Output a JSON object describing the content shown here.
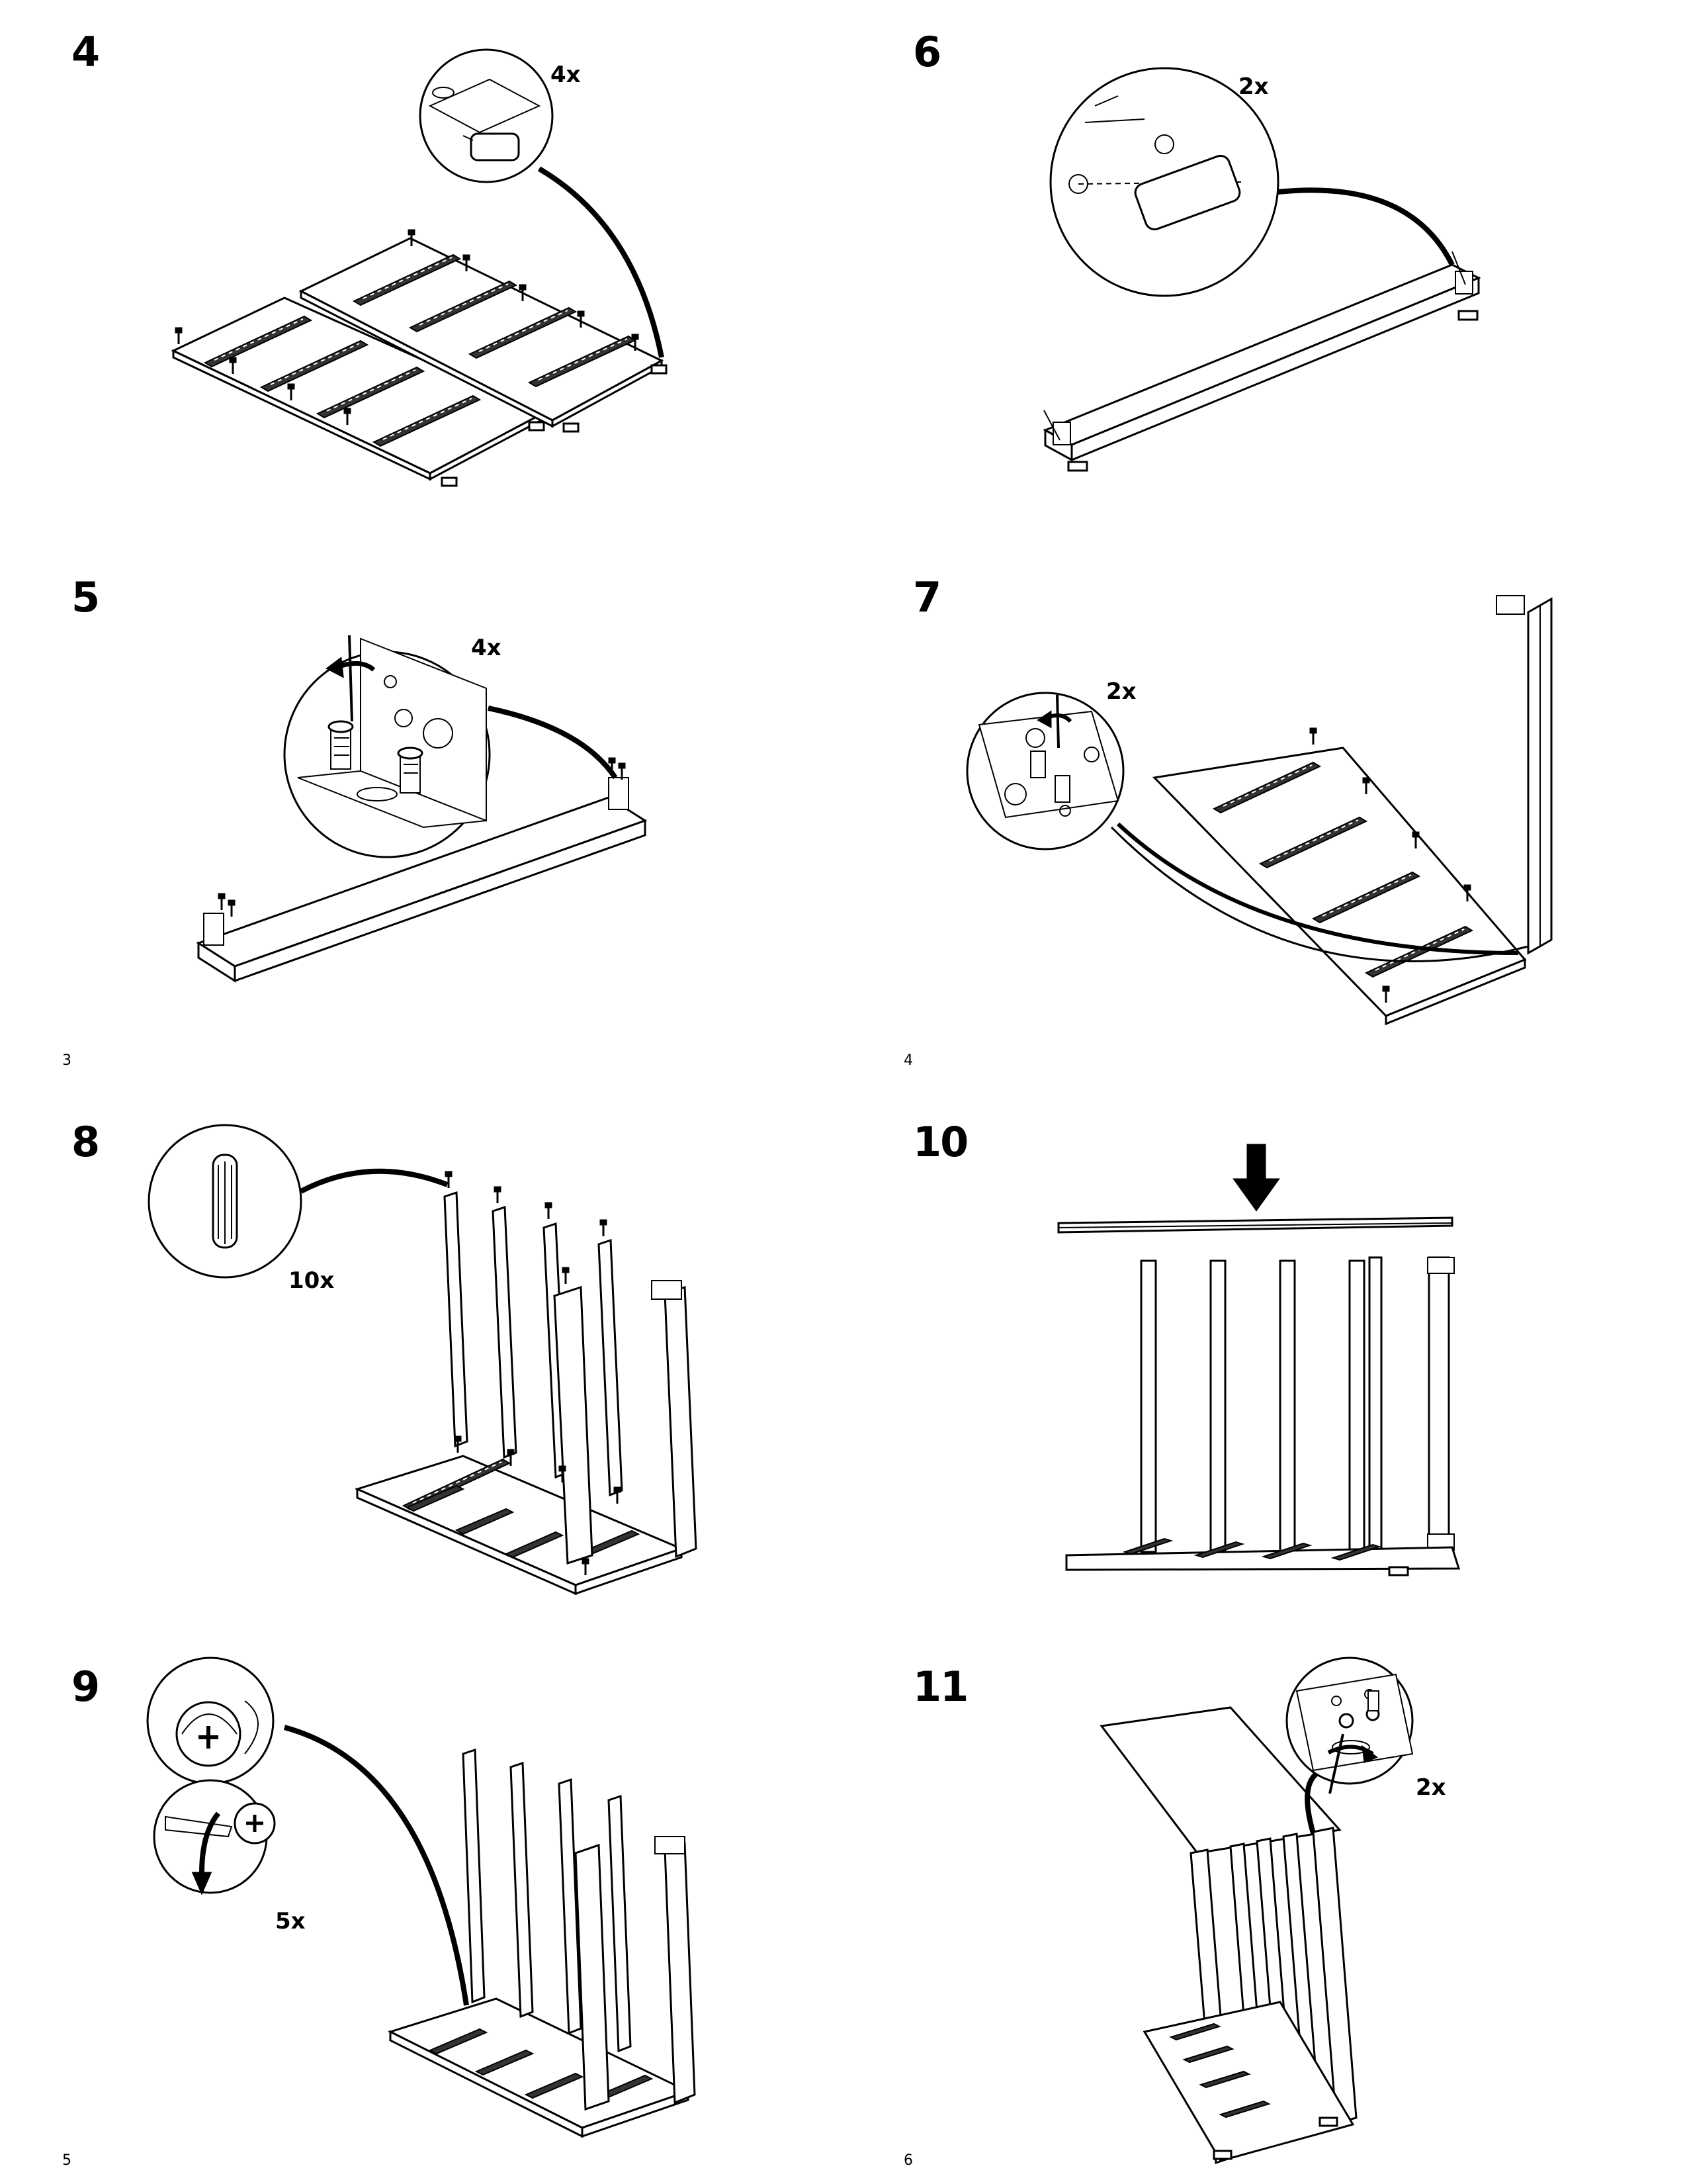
{
  "steps": [
    {
      "number": "4",
      "quantity": "4x"
    },
    {
      "number": "5",
      "quantity": "4x"
    },
    {
      "number": "6",
      "quantity": "2x"
    },
    {
      "number": "7",
      "quantity": "2x"
    },
    {
      "number": "8",
      "quantity": "10x"
    },
    {
      "number": "9",
      "quantity": "5x"
    },
    {
      "number": "10",
      "quantity": ""
    },
    {
      "number": "11",
      "quantity": "2x"
    }
  ],
  "page_numbers": [
    "3",
    "4",
    "5",
    "6"
  ],
  "colors": {
    "ink": "#000000",
    "paper": "#ffffff",
    "rail": "#333333"
  },
  "icons": [
    "magnifier-circle",
    "curved-leader-arrow",
    "rotate-arrow",
    "down-arrow",
    "screw",
    "dowel",
    "bracket",
    "cam-lock"
  ]
}
